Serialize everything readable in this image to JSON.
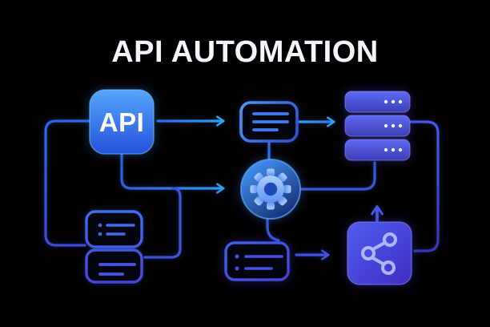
{
  "title": "API AUTOMATION",
  "api_box": {
    "label": "API"
  },
  "diagram": {
    "nodes": [
      {
        "id": "api",
        "label": "API",
        "type": "api-box"
      },
      {
        "id": "request-doc",
        "type": "document-lines-card",
        "icon": "document-lines-icon"
      },
      {
        "id": "server-stack",
        "type": "server-stack",
        "icon": "server-stack-icon",
        "rows": 3,
        "dots_per_row": 3
      },
      {
        "id": "gear",
        "type": "settings-circle",
        "icon": "gear-icon"
      },
      {
        "id": "list-top",
        "type": "bullet-list-card",
        "icon": "bullet-list-icon"
      },
      {
        "id": "list-bottom",
        "type": "text-lines-card",
        "icon": "text-lines-icon"
      },
      {
        "id": "message",
        "type": "bullet-list-card",
        "icon": "bullet-list-icon"
      },
      {
        "id": "share",
        "type": "share-box",
        "icon": "share-network-icon"
      }
    ],
    "edges": [
      {
        "from": "api",
        "to": "request-doc",
        "style": "arrow"
      },
      {
        "from": "request-doc",
        "to": "server-stack",
        "style": "arrow"
      },
      {
        "from": "request-doc",
        "to": "gear",
        "style": "line"
      },
      {
        "from": "api",
        "to": "gear",
        "style": "arrow"
      },
      {
        "from": "list-bottom",
        "to": "gear",
        "style": "line-merge"
      },
      {
        "from": "api",
        "to": "list-top",
        "style": "line"
      },
      {
        "from": "gear",
        "to": "server-stack",
        "style": "line"
      },
      {
        "from": "gear",
        "to": "message",
        "style": "line"
      },
      {
        "from": "message",
        "to": "share",
        "style": "arrow"
      },
      {
        "from": "server-stack",
        "to": "share",
        "style": "line"
      },
      {
        "from": "share",
        "to": "upward",
        "style": "arrow-up"
      }
    ]
  },
  "colors": {
    "background": "#000000",
    "title_text": "#f3f6fc",
    "api_top": "#55a6f8",
    "api_bottom": "#2450dd",
    "server_top": "#5f6bf3",
    "server_bottom": "#3a3db6",
    "share_top": "#4f5df0",
    "share_bottom": "#3f2ec4",
    "gear_circle_top": "#4190f4",
    "gear_circle_bottom": "#152c6e",
    "gear_glyph_top": "#accffc",
    "gear_glyph_bottom": "#5f93f4",
    "line_cyan": "#2ba4ec",
    "line_blue": "#2e64e4",
    "line_indigo": "#4a55e8",
    "dot_white": "#eef1ff",
    "share_icon": "#aeb6fa"
  }
}
